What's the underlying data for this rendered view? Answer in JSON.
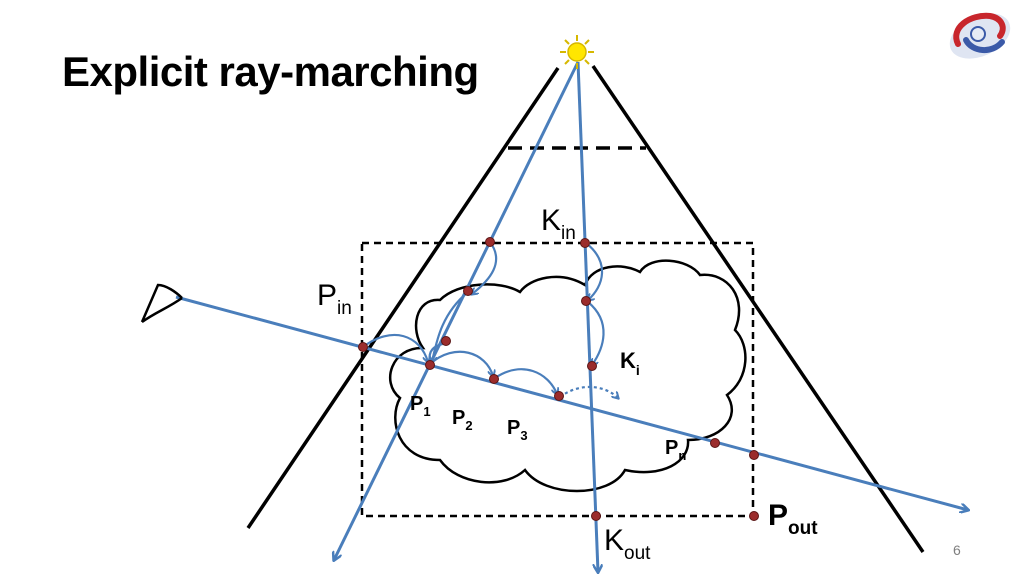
{
  "slide": {
    "title": "Explicit ray-marching",
    "page_number": "6"
  },
  "labels": {
    "p_in": {
      "base": "P",
      "sub": "in"
    },
    "p_out": {
      "base": "P",
      "sub": "out"
    },
    "k_in": {
      "base": "K",
      "sub": "in"
    },
    "k_out": {
      "base": "K",
      "sub": "out"
    },
    "k_i": {
      "base": "K",
      "sub": "i"
    },
    "p_1": {
      "base": "P",
      "sub": "1"
    },
    "p_2": {
      "base": "P",
      "sub": "2"
    },
    "p_3": {
      "base": "P",
      "sub": "3"
    },
    "p_n": {
      "base": "P",
      "sub": "n"
    }
  },
  "colors": {
    "ray": "#4a7ebb",
    "sample_point": "#9b2c2c",
    "sun_fill": "#ffe600",
    "sun_stroke": "#d6b800",
    "outline": "#000000"
  },
  "icons": {
    "eye": "eye-icon",
    "sun": "sun-icon",
    "logo": "logo-icon"
  }
}
